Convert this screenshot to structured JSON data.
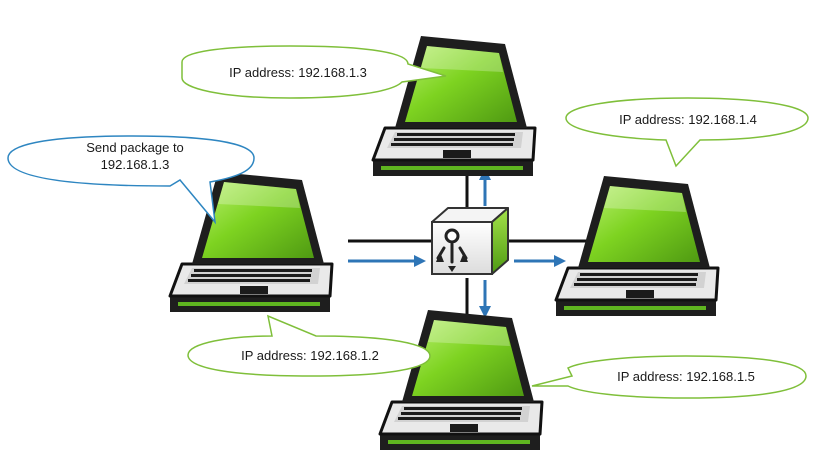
{
  "callouts": {
    "sender_message": {
      "line1": "Send package to",
      "line2": "192.168.1.3"
    },
    "top_laptop_ip": "IP address: 192.168.1.3",
    "right_laptop_ip": "IP address: 192.168.1.4",
    "left_laptop_ip": "IP address: 192.168.1.2",
    "bottom_laptop_ip": "IP address: 192.168.1.5"
  },
  "colors": {
    "screen_green": "#7ed321",
    "bubble_green_border": "#7fbf3a",
    "bubble_blue_border": "#2e86c1",
    "link_line": "#111111",
    "data_arrow": "#2e75b6"
  },
  "icons": {
    "hub": "network-switch-icon",
    "device": "laptop-icon"
  }
}
